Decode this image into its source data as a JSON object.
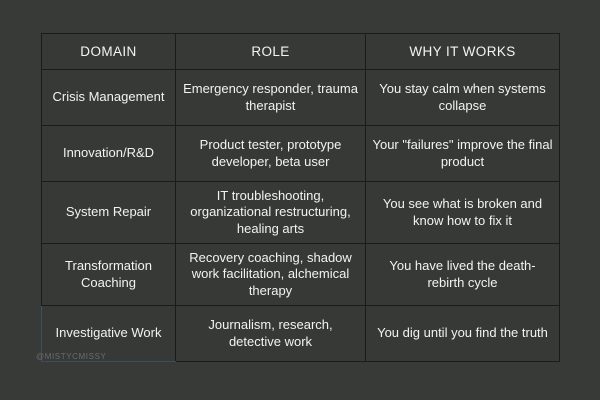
{
  "page": {
    "background_color": "#383a38",
    "cell_color": "#373937",
    "border_color": "#1b1b1b",
    "text_color": "#f2f2f2",
    "selection_color": "#3b4d63"
  },
  "watermark": {
    "text": "@MISTYCMISSY"
  },
  "table": {
    "columns": [
      {
        "label": "DOMAIN"
      },
      {
        "label": "ROLE"
      },
      {
        "label": "WHY IT WORKS"
      }
    ],
    "rows": [
      {
        "domain": "Crisis Management",
        "role": "Emergency responder, trauma therapist",
        "why": "You stay calm when systems collapse"
      },
      {
        "domain": "Innovation/R&D",
        "role": "Product tester, prototype developer, beta user",
        "why": "Your \"failures\" improve the final product"
      },
      {
        "domain": "System Repair",
        "role": "IT troubleshooting, organizational restructuring, healing arts",
        "why": "You see what is broken and know how to fix it"
      },
      {
        "domain": "Transformation Coaching",
        "role": "Recovery coaching, shadow work facilitation, alchemical therapy",
        "why": "You have lived the death-rebirth cycle"
      },
      {
        "domain": "Investigative Work",
        "role": "Journalism, research, detective work",
        "why": "You dig until you find the truth"
      }
    ]
  }
}
